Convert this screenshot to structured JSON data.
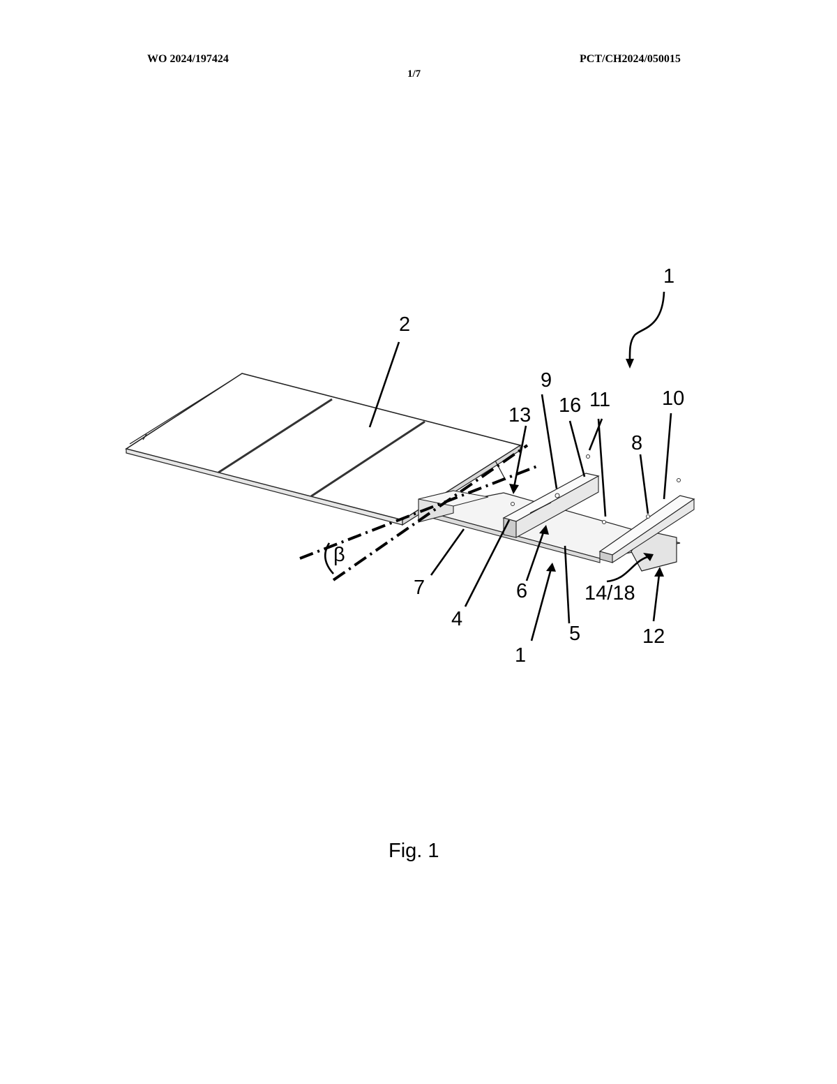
{
  "header": {
    "publication_number": "WO 2024/197424",
    "application_number": "PCT/CH2024/050015",
    "sheet": "1/7"
  },
  "figure": {
    "caption": "Fig. 1",
    "reference_numerals": [
      "1",
      "2",
      "9",
      "16",
      "11",
      "10",
      "13",
      "8",
      "β",
      "7",
      "6",
      "14/18",
      "4",
      "5",
      "12",
      "1"
    ]
  }
}
